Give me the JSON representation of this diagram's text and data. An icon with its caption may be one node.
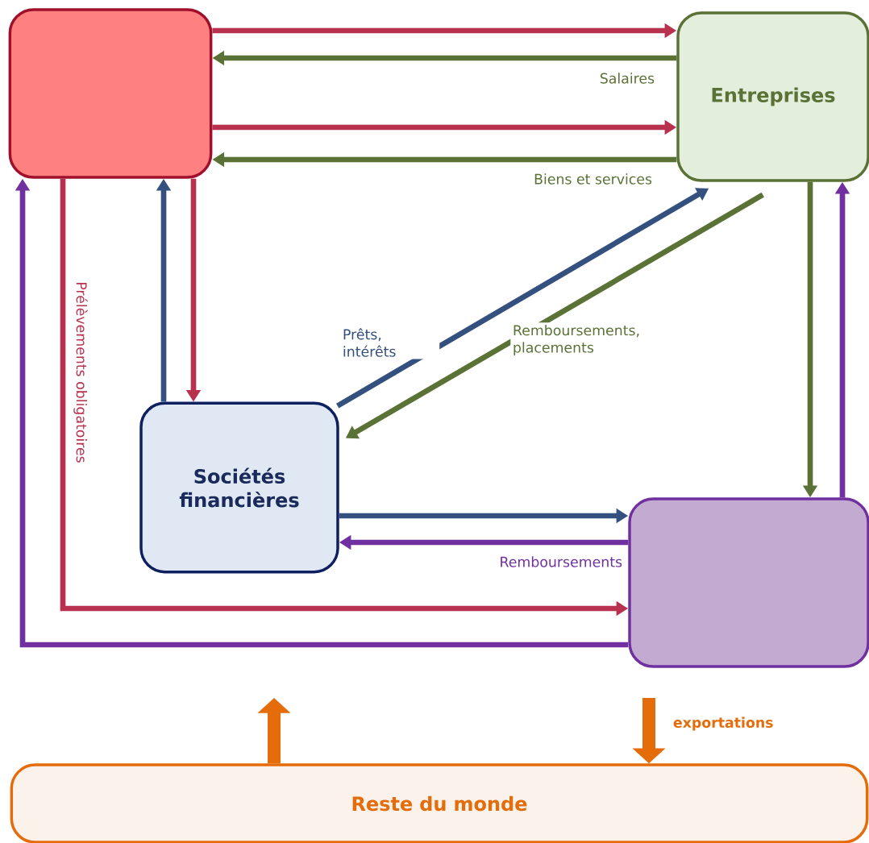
{
  "diagram": {
    "nodes": [
      {
        "text": [],
        "shape": "box"
      },
      {
        "text": [
          "Entreprises"
        ]
      },
      {
        "text": [
          "Sociétés financières"
        ]
      },
      {
        "text": [],
        "shape": "box"
      },
      {
        "text": [
          "Reste du monde"
        ]
      }
    ],
    "edges": [
      {
        "from": 0,
        "to": 1,
        "arrow": "to",
        "color": "#b83250"
      },
      {
        "from": 1,
        "to": 0,
        "arrow": "to",
        "color": "#5a7236",
        "label": "Salaires"
      },
      {
        "from": 0,
        "to": 1,
        "arrow": "to",
        "color": "#b83250"
      },
      {
        "from": 1,
        "to": 0,
        "arrow": "to",
        "color": "#5a7236",
        "label": "Biens et services"
      },
      {
        "from": 0,
        "to": 2,
        "arrow": "to",
        "color": "#b83250"
      },
      {
        "from": 2,
        "to": 0,
        "arrow": "to",
        "color": "#34507f"
      },
      {
        "from": 2,
        "to": 1,
        "arrow": "to",
        "color": "#34507f",
        "label": "Prêts, intérêts"
      },
      {
        "from": 1,
        "to": 2,
        "arrow": "to",
        "color": "#5a7236",
        "label": "Remboursements, placements"
      },
      {
        "from": 1,
        "to": 3,
        "arrow": "to",
        "color": "#5a7236"
      },
      {
        "from": 3,
        "to": 1,
        "arrow": "to",
        "color": "#7030a0"
      },
      {
        "from": 2,
        "to": 3,
        "arrow": "to",
        "color": "#34507f"
      },
      {
        "from": 3,
        "to": 2,
        "arrow": "to",
        "color": "#7030a0",
        "label": "Remboursements"
      },
      {
        "from": 0,
        "to": 3,
        "arrow": "to",
        "color": "#b83250",
        "label": "Prélèvements obligatoires"
      },
      {
        "from": 3,
        "to": 0,
        "arrow": "to",
        "color": "#7030a0"
      },
      {
        "from": 4,
        "to": null,
        "arrow": "to",
        "color": "#e46c0a",
        "style": "thick"
      },
      {
        "from": null,
        "to": 4,
        "arrow": "to",
        "color": "#e46c0a",
        "style": "thick",
        "label": "exportations"
      }
    ]
  }
}
